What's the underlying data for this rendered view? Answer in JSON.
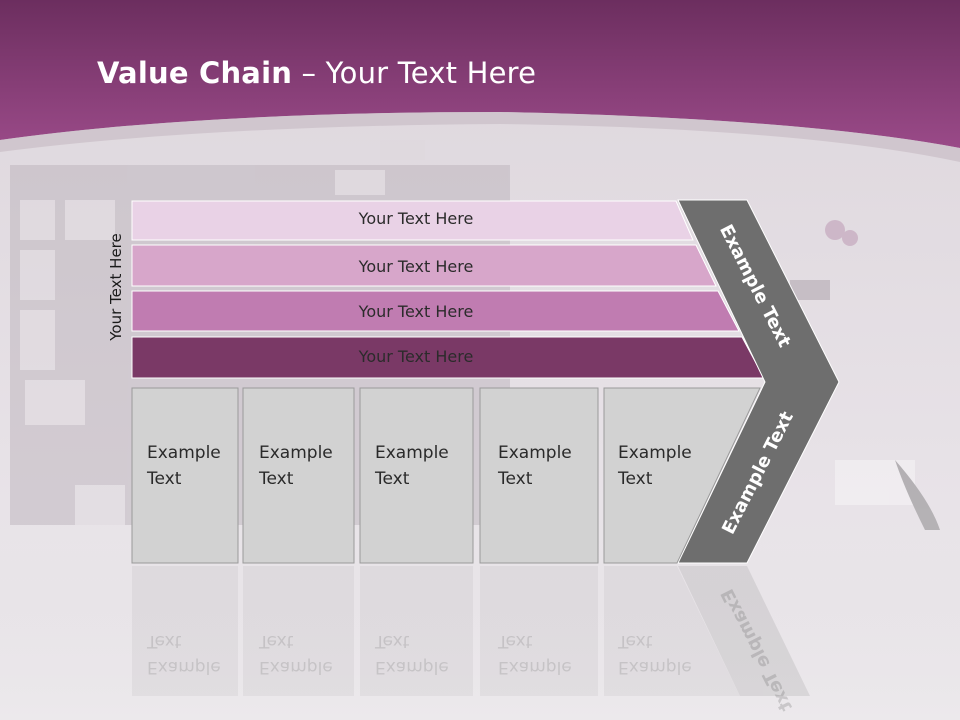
{
  "header": {
    "title_bold": "Value Chain",
    "title_rest": " – Your Text Here"
  },
  "diagram": {
    "side_label": "Your Text Here",
    "bars": [
      {
        "label": "Your Text Here",
        "color": "#e9d2e6"
      },
      {
        "label": "Your Text Here",
        "color": "#d7a6ca"
      },
      {
        "label": "Your Text Here",
        "color": "#c07cb1"
      },
      {
        "label": "Your Text Here",
        "color": "#7a3966"
      }
    ],
    "boxes": [
      {
        "line1": "Example",
        "line2": "Text"
      },
      {
        "line1": "Example",
        "line2": "Text"
      },
      {
        "line1": "Example",
        "line2": "Text"
      },
      {
        "line1": "Example",
        "line2": "Text"
      },
      {
        "line1": "Example",
        "line2": "Text"
      }
    ],
    "arrow_upper_label": "Example Text",
    "arrow_lower_label": "Example Text"
  },
  "colors": {
    "header_purple": "#8a3c78",
    "arrow_gray": "#6e6e6e",
    "box_gray": "#d2d2d2"
  }
}
